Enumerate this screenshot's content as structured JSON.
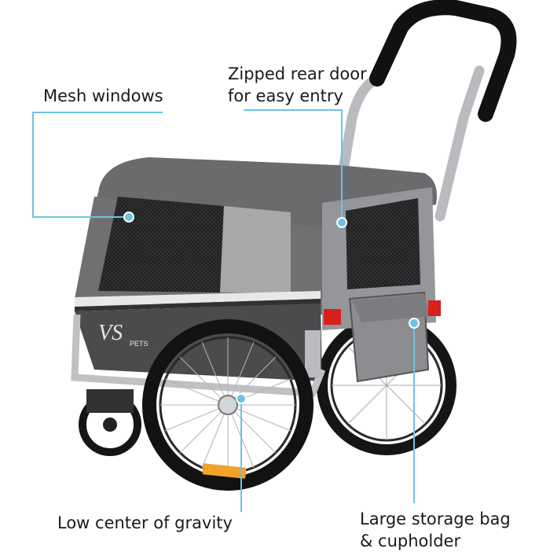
{
  "labels": {
    "mesh_windows": "Mesh windows",
    "rear_door_line1": "Zipped rear door",
    "rear_door_line2": "for easy entry",
    "low_center": "Low center of gravity",
    "storage_line1": "Large storage bag",
    "storage_line2": "& cupholder"
  },
  "brand": {
    "logo_text": "VS PETS"
  },
  "colors": {
    "callout": "#6cc3e6",
    "fabric_dark": "#5f6062",
    "fabric_light": "#9a9b9d",
    "frame": "#c2c4c7",
    "tire": "#161616",
    "reflector": "#d8201e"
  }
}
